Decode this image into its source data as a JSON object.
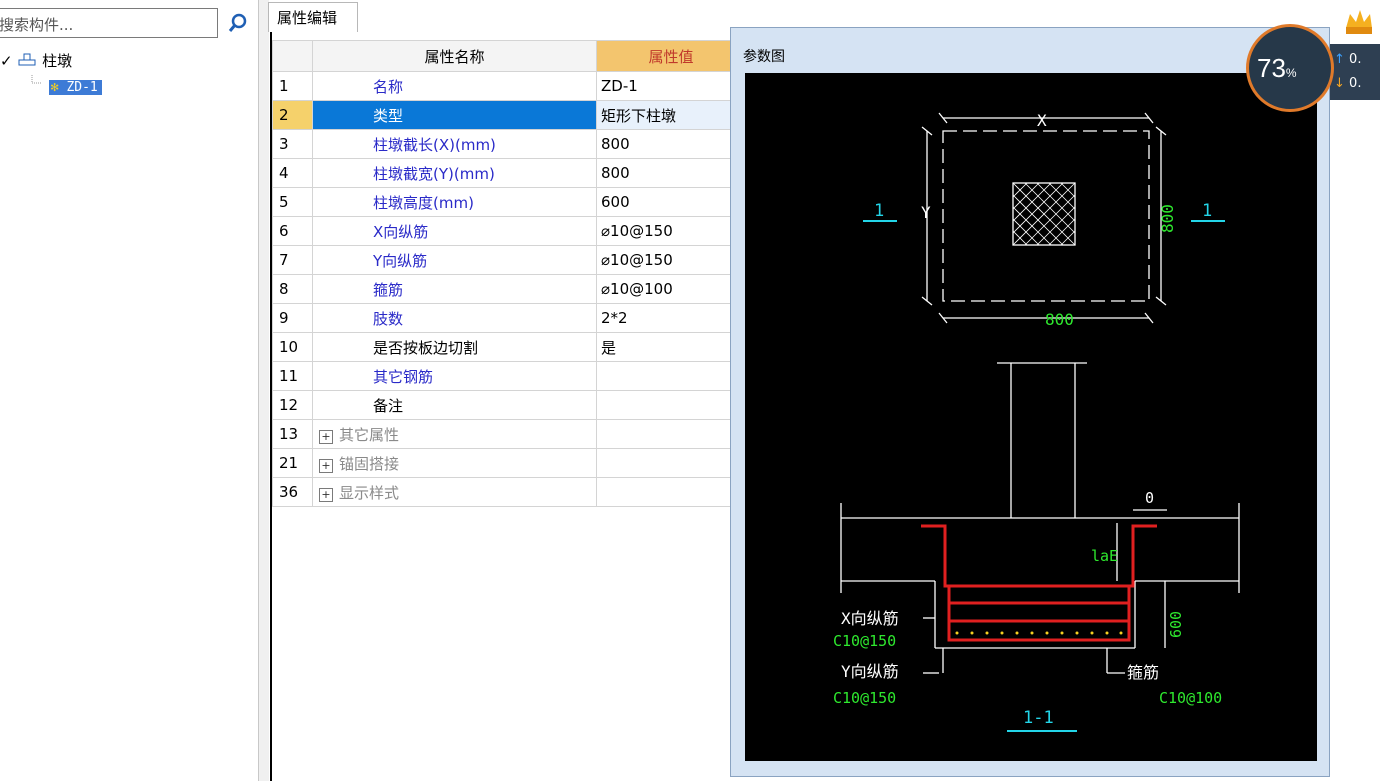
{
  "left_panel": {
    "search_placeholder": "搜索构件...",
    "tree": {
      "root_label": "柱墩",
      "child_label": "ZD-1"
    }
  },
  "tab": {
    "label": "属性编辑"
  },
  "grid": {
    "header": {
      "name": "属性名称",
      "value": "属性值"
    },
    "rows": [
      {
        "idx": "1",
        "name": "名称",
        "value": "ZD-1"
      },
      {
        "idx": "2",
        "name": "类型",
        "value": "矩形下柱墩"
      },
      {
        "idx": "3",
        "name": "柱墩截长(X)(mm)",
        "value": "800"
      },
      {
        "idx": "4",
        "name": "柱墩截宽(Y)(mm)",
        "value": "800"
      },
      {
        "idx": "5",
        "name": "柱墩高度(mm)",
        "value": "600"
      },
      {
        "idx": "6",
        "name": "X向纵筋",
        "value": "⌀10@150"
      },
      {
        "idx": "7",
        "name": "Y向纵筋",
        "value": "⌀10@150"
      },
      {
        "idx": "8",
        "name": "箍筋",
        "value": "⌀10@100"
      },
      {
        "idx": "9",
        "name": "肢数",
        "value": "2*2"
      },
      {
        "idx": "10",
        "name": "是否按板边切割",
        "value": "是"
      },
      {
        "idx": "11",
        "name": "其它钢筋",
        "value": ""
      },
      {
        "idx": "12",
        "name": "备注",
        "value": ""
      },
      {
        "idx": "13",
        "name": "其它属性",
        "value": ""
      },
      {
        "idx": "21",
        "name": "锚固搭接",
        "value": ""
      },
      {
        "idx": "36",
        "name": "显示样式",
        "value": ""
      }
    ]
  },
  "dialog": {
    "title": "参数图",
    "drawing": {
      "x_label": "X",
      "y_label": "Y",
      "dim_bottom": "800",
      "dim_right": "800",
      "section_mark_left": "1",
      "section_mark_right": "1",
      "zero_label": "0",
      "lae_label": "laE",
      "height_label": "600",
      "x_bar_label": "X向纵筋",
      "x_bar_value": "C10@150",
      "y_bar_label": "Y向纵筋",
      "y_bar_value": "C10@150",
      "stirrup_label": "箍筋",
      "stirrup_value": "C10@100",
      "section_title": "1-1"
    }
  },
  "overlay": {
    "speed_value": "73",
    "speed_unit": "%",
    "up_value": "0.",
    "down_value": "0."
  },
  "colors": {
    "selection": "#0a78d7",
    "header_value_bg": "#f3c56e",
    "rebar_red": "#e02020",
    "cad_green": "#2ee82e",
    "cad_cyan": "#23d5e8"
  }
}
